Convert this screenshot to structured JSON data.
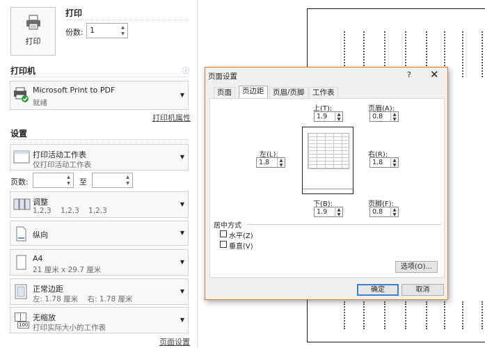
{
  "print": {
    "title": "打印",
    "button_label": "打印",
    "copies_label": "份数:",
    "copies_value": "1"
  },
  "printer": {
    "header": "打印机",
    "name": "Microsoft Print to PDF",
    "status": "就绪",
    "properties_link": "打印机属性",
    "info_icon": "ⓘ"
  },
  "settings": {
    "header": "设置",
    "scope": {
      "title": "打印活动工作表",
      "subtitle": "仅打印活动工作表"
    },
    "pages_label": "页数:",
    "pages_to": "至",
    "collate": {
      "title": "调整",
      "subtitle": "1,2,3    1,2,3    1,2,3"
    },
    "orientation": {
      "title": "纵向"
    },
    "paper": {
      "title": "A4",
      "subtitle": "21 厘米 x 29.7 厘米"
    },
    "margins": {
      "title": "正常边距",
      "subtitle": "左: 1.78 厘米    右: 1.78 厘米"
    },
    "scaling": {
      "title": "无缩放",
      "subtitle": "打印实际大小的工作表",
      "icon_text": "100"
    },
    "page_setup_link": "页面设置"
  },
  "dialog": {
    "title": "页面设置",
    "help": "?",
    "close": "✕",
    "tabs": [
      "页面",
      "页边距",
      "页眉/页脚",
      "工作表"
    ],
    "top_label": "上(T):",
    "top_value": "1.9",
    "header_label": "页眉(A):",
    "header_value": "0.8",
    "left_label": "左(L):",
    "left_value": "1.8",
    "right_label": "右(R):",
    "right_value": "1.8",
    "bottom_label": "下(B):",
    "bottom_value": "1.9",
    "footer_label": "页脚(F):",
    "footer_value": "0.8",
    "center_label": "居中方式",
    "horizontal_label": "水平(Z)",
    "vertical_label": "垂直(V)",
    "options_button": "选项(O)...",
    "ok_button": "确定",
    "cancel_button": "取消"
  }
}
